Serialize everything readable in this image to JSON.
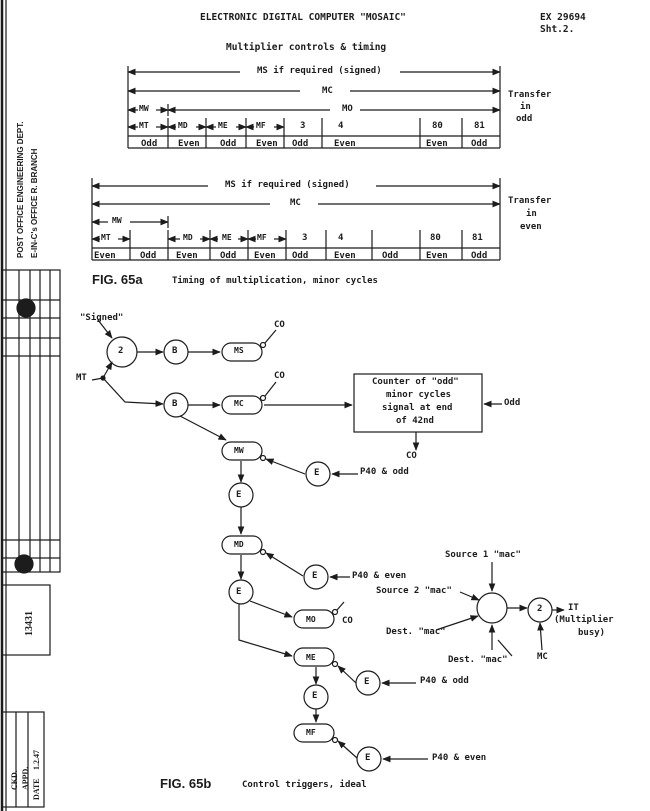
{
  "header": {
    "title": "ELECTRONIC DIGITAL COMPUTER \"MOSAIC\"",
    "ref": "EX 29694",
    "sheet": "Sht.2.",
    "subtitle": "Multiplier controls & timing"
  },
  "timing_odd": {
    "ms": "MS if required (signed)",
    "mc": "MC",
    "mw": "MW",
    "mt": "MT",
    "md": "MD",
    "me": "ME",
    "mf": "MF",
    "mo": "MO",
    "n3": "3",
    "n4": "4",
    "n80": "80",
    "n81": "81",
    "cells": [
      "Odd",
      "Even",
      "Odd",
      "Even",
      "Odd",
      "Even",
      "Even",
      "Odd"
    ],
    "transfer": [
      "Transfer",
      "in",
      "odd"
    ]
  },
  "timing_even": {
    "ms": "MS if required (signed)",
    "mc": "MC",
    "mw": "MW",
    "mt": "MT",
    "md": "MD",
    "me": "ME",
    "mf": "MF",
    "n3": "3",
    "n4": "4",
    "n80": "80",
    "n81": "81",
    "cells": [
      "Even",
      "Odd",
      "Even",
      "Odd",
      "Even",
      "Odd",
      "Even",
      "Odd",
      "Even",
      "Odd"
    ],
    "transfer": [
      "Transfer",
      "in",
      "even"
    ]
  },
  "fig_a": {
    "num": "FIG. 65a",
    "caption": "Timing of multiplication, minor cycles"
  },
  "fig_b": {
    "num": "FIG. 65b",
    "caption": "Control triggers, ideal"
  },
  "diagram": {
    "signed": "\"Signed\"",
    "mt": "MT",
    "g2": "2",
    "b": "B",
    "e": "E",
    "ms": "MS",
    "mc": "MC",
    "mw": "MW",
    "md": "MD",
    "mo": "MO",
    "me": "ME",
    "mf": "MF",
    "co": "CO",
    "counter": [
      "Counter of \"odd\"",
      "minor cycles",
      "signal at end",
      "of 42nd"
    ],
    "odd": "Odd",
    "p40_odd": "P40 & odd",
    "p40_even": "P40 & even",
    "src1": "Source 1 \"mac\"",
    "src2": "Source 2 \"mac\"",
    "dest1": "Dest. \"mac\"",
    "dest2": "Dest. \"mac\"",
    "it": [
      "IT",
      "(Multiplier",
      "busy)"
    ]
  },
  "margin": {
    "side1": "POST OFFICE ENGINEERING DEPT.",
    "side2": "E-IN-C's OFFICE  R. BRANCH",
    "num": "13431",
    "ckd": "CKD.",
    "apd": "APPD.",
    "date_label": "DATE",
    "date_val": "1.2.47"
  },
  "ink": "#1c1c1c"
}
